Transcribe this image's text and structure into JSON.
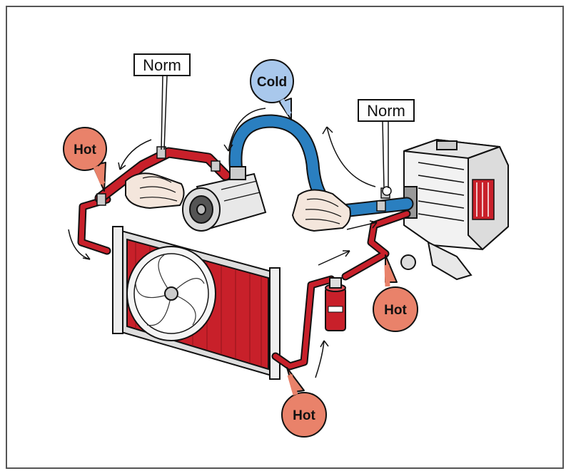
{
  "labels": {
    "norm_left": "Norm",
    "norm_right": "Norm",
    "cold": "Cold",
    "hot_left": "Hot",
    "hot_right": "Hot",
    "hot_bottom": "Hot"
  },
  "colors": {
    "hot": "#e9826a",
    "cold": "#a9c8ec",
    "hot_pipe": "#c8202a",
    "cold_pipe": "#2a7fc0",
    "outline": "#111111",
    "frame": "#555555"
  }
}
